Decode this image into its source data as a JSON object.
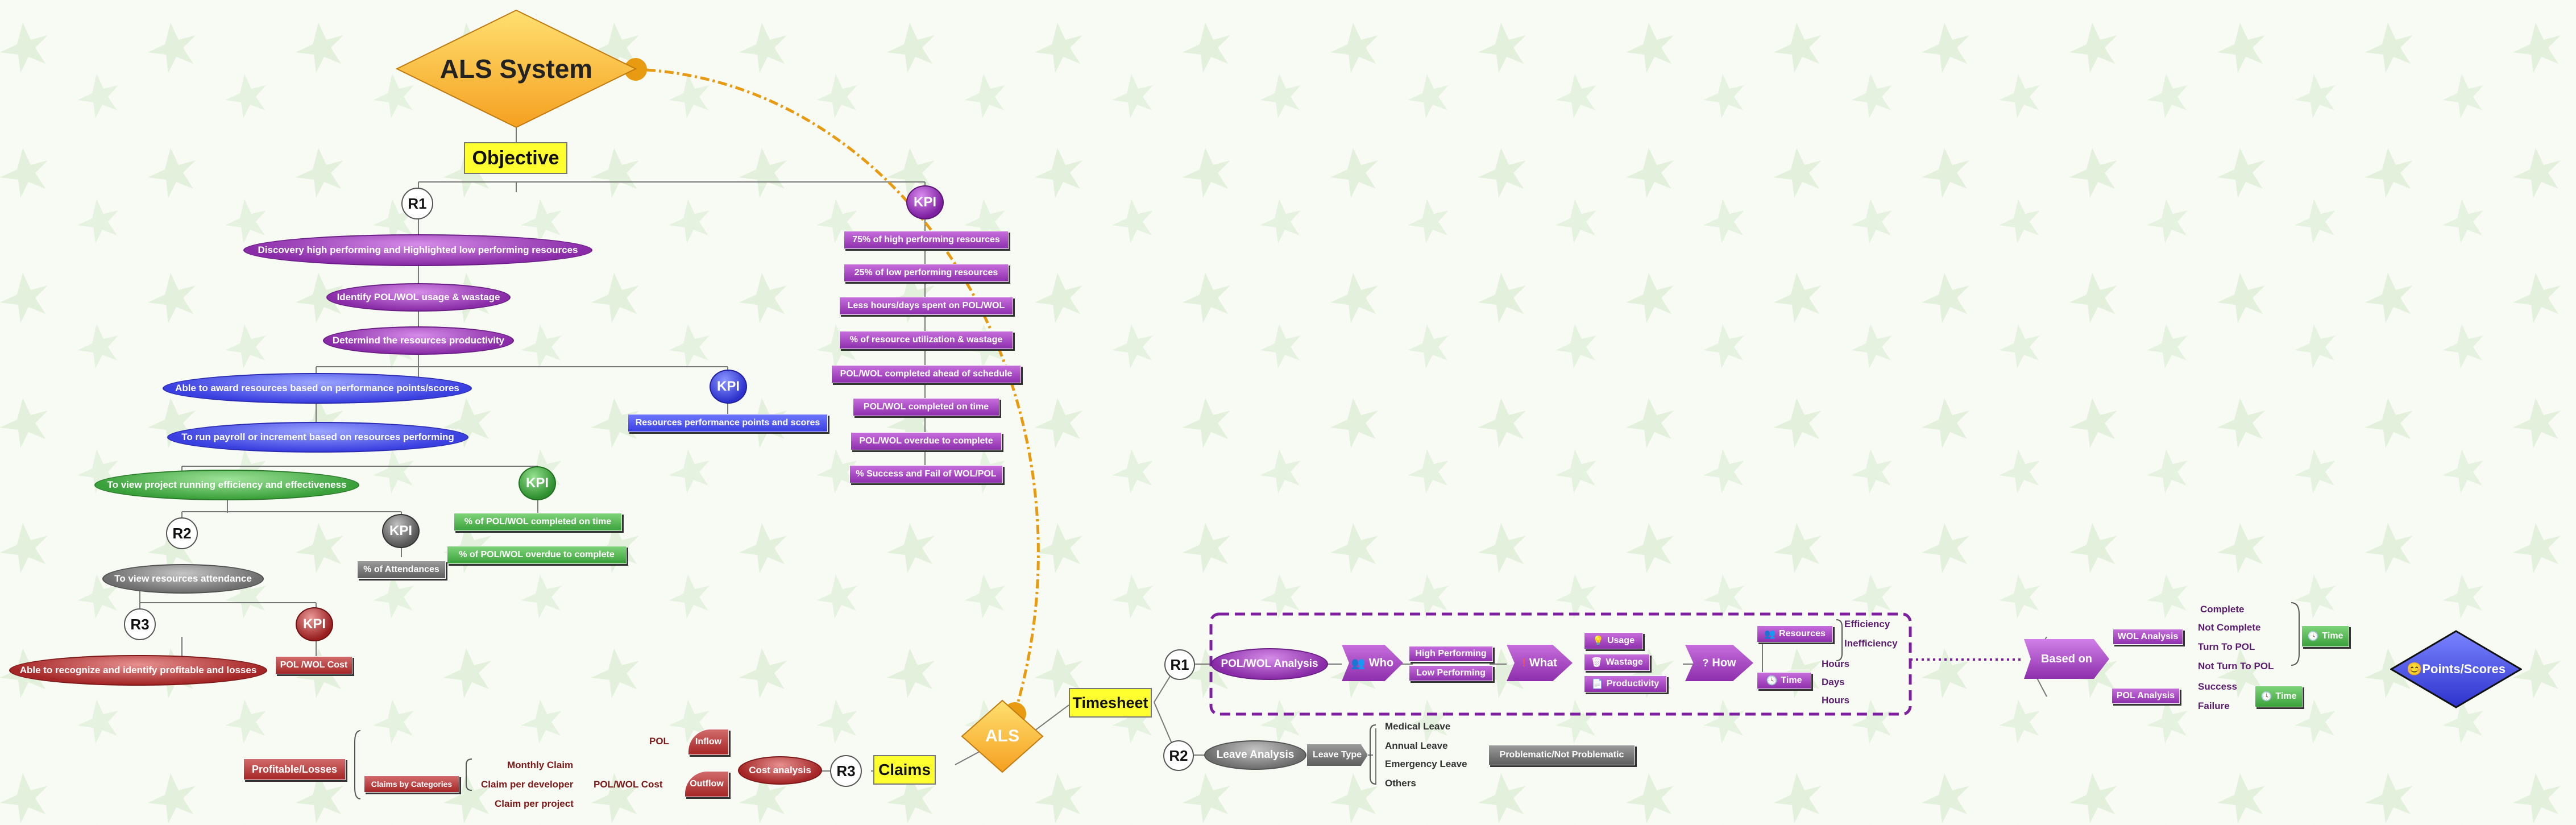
{
  "colors": {
    "purple": "#8e2fac",
    "blue": "#3a3fe0",
    "green": "#3aa13a",
    "gray": "#6e6e6e",
    "red": "#a52626",
    "yellow": "#ffff30",
    "orange": "#f5a020",
    "connector": "#e89a10"
  },
  "root": {
    "title": "ALS System",
    "objective": "Objective"
  },
  "r1": {
    "badge": "R1",
    "items": [
      "Discovery high performing and Highlighted low performing resources",
      "Identify POL/WOL usage & wastage",
      "Determind the resources productivity"
    ],
    "kpi": "KPI",
    "kpi_items": [
      "75% of high performing resources",
      "25% of low performing resources",
      "Less hours/days spent on POL/WOL",
      "% of resource utilization & wastage",
      "POL/WOL completed ahead of schedule",
      "POL/WOL completed on time",
      "POL/WOL overdue to complete",
      "% Success and Fail of WOL/POL"
    ]
  },
  "blue_branch": {
    "items": [
      "Able to award resources based on performance points/scores",
      "To run payroll or increment based on resources performing"
    ],
    "kpi": "KPI",
    "kpi_item": "Resources performance points and scores"
  },
  "green_branch": {
    "item": "To view project running efficiency and effectiveness",
    "kpi": "KPI",
    "kpi_items": [
      "% of POL/WOL completed on time",
      "% of POL/WOL overdue to complete"
    ]
  },
  "r2": {
    "badge": "R2",
    "item": "To view resources attendance",
    "kpi": "KPI",
    "kpi_item": "% of Attendances"
  },
  "r3": {
    "badge": "R3",
    "item": "Able to recognize and identify profitable and losses",
    "kpi": "KPI",
    "kpi_item": "POL /WOL Cost"
  },
  "als": {
    "label": "ALS",
    "claims": "Claims",
    "timesheet": "Timesheet",
    "r3": "R3",
    "r1": "R1",
    "r2": "R2"
  },
  "claims": {
    "cost_analysis": "Cost analysis",
    "inflow": "Inflow",
    "outflow": "Outflow",
    "pol": "POL",
    "pol_wol_cost": "POL/WOL Cost",
    "claim_items": [
      "Monthly Claim",
      "Claim per developer",
      "Claim per project"
    ],
    "claims_by_categories": "Claims by Categories",
    "profitable_losses": "Profitable/Losses"
  },
  "timesheet": {
    "pol_wol_analysis": "POL/WOL Analysis",
    "who": "Who",
    "who_items": [
      "High Performing",
      "Low Performing"
    ],
    "what": "What",
    "what_items": [
      "Usage",
      "Wastage",
      "Productivity"
    ],
    "how": "How",
    "resources": "Resources",
    "resources_items": [
      "Efficiency",
      "Inefficiency"
    ],
    "time": "Time",
    "time_items": [
      "Hours",
      "Days",
      "Hours"
    ],
    "leave_analysis": "Leave Analysis",
    "leave_type": "Leave Type",
    "leave_items": [
      "Medical Leave",
      "Annual Leave",
      "Emergency Leave",
      "Others"
    ],
    "leave_result": "Problematic/Not Problematic",
    "based_on": "Based on",
    "wol_analysis": "WOL Analysis",
    "wol_items": [
      "Complete",
      "Not Complete",
      "Turn To POL",
      "Not Turn To POL"
    ],
    "pol_analysis": "POL Analysis",
    "pol_items": [
      "Success",
      "Failure"
    ],
    "time_badge": "Time",
    "points_scores": "Points/Scores"
  }
}
